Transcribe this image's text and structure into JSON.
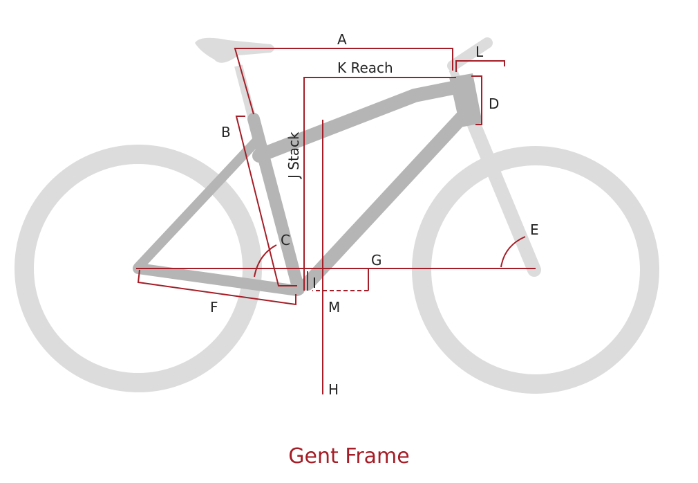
{
  "title": "Gent Frame",
  "labels": {
    "a": "A",
    "k": "K Reach",
    "l": "L",
    "d": "D",
    "b": "B",
    "j": "J Stack",
    "c": "C",
    "e": "E",
    "g": "G",
    "i": "I",
    "f": "F",
    "m": "M",
    "h": "H"
  },
  "colors": {
    "accent": "#a51d26",
    "frame": "#b5b5b5",
    "parts": "#dcdcdc"
  }
}
